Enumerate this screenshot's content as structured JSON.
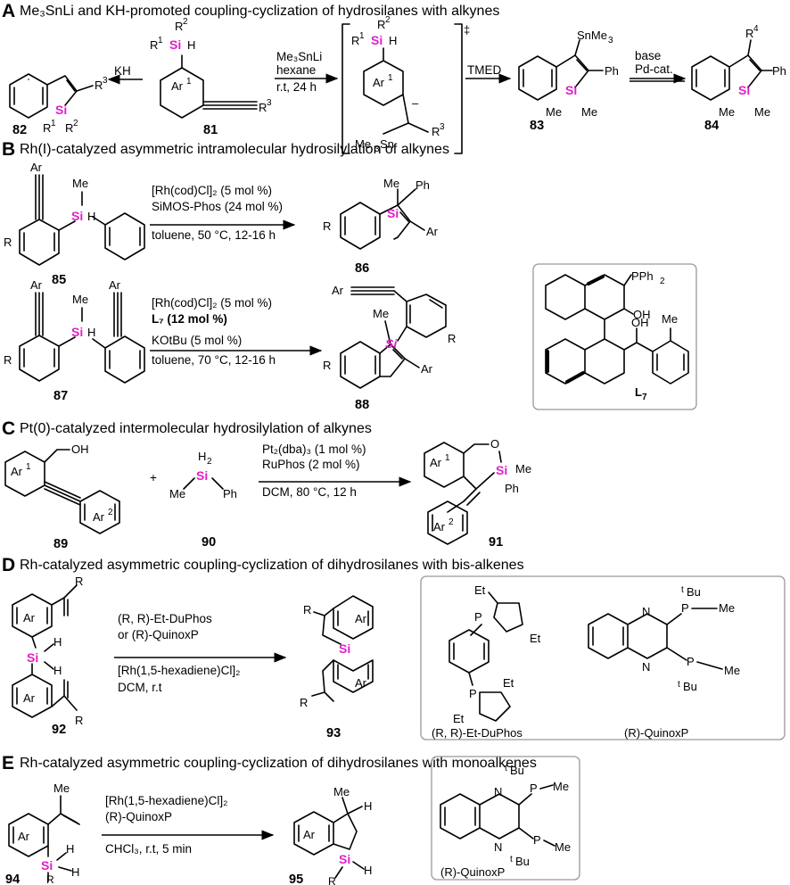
{
  "sections": {
    "A": {
      "letter": "A",
      "title": "Me₃SnLi and KH-promoted coupling-cyclization of hydrosilanes with alkynes"
    },
    "B": {
      "letter": "B",
      "title": "Rh(I)-catalyzed asymmetric intramolecular hydrosilylation of alkynes"
    },
    "C": {
      "letter": "C",
      "title": "Pt(0)-catalyzed intermolecular hydrosilylation of alkynes"
    },
    "D": {
      "letter": "D",
      "title": "Rh-catalyzed asymmetric coupling-cyclization of dihydrosilanes with bis-alkenes"
    },
    "E": {
      "letter": "E",
      "title": "Rh-catalyzed asymmetric coupling-cyclization of dihydrosilanes with monoalkenes"
    }
  },
  "labels": {
    "Si": "Si",
    "Ar": "Ar",
    "Ar1": "Ar",
    "sup1": "1",
    "Ar2": "Ar",
    "sup2": "2",
    "R": "R",
    "R1": "R",
    "R2": "R",
    "R3": "R",
    "R4": "R",
    "sup3": "3",
    "sup4": "4",
    "Me": "Me",
    "Ph": "Ph",
    "H": "H",
    "O": "O",
    "OH": "OH",
    "P": "P",
    "N": "N",
    "Et": "Et",
    "Bu": "Bu",
    "t": "t",
    "SnMe3": "SnMe",
    "Me3Sn": "Me",
    "Sn": "Sn",
    "sub3": "3",
    "PPh2": "PPh",
    "sub2": "2",
    "L7": "L",
    "sub7": "7",
    "dagger": "‡",
    "minus": "–",
    "EtDuPhos": "(R, R)-Et-DuPhos",
    "QuinoxP": "(R)-QuinoxP"
  },
  "compounds": {
    "c81": "81",
    "c82": "82",
    "c83": "83",
    "c84": "84",
    "c85": "85",
    "c86": "86",
    "c87": "87",
    "c88": "88",
    "c89": "89",
    "c90": "90",
    "c91": "91",
    "c92": "92",
    "c93": "93",
    "c94": "94",
    "c95": "95"
  },
  "conditions": {
    "A_kh": "KH",
    "A_main": [
      "Me₃SnLi",
      "hexane",
      "r.t, 24 h"
    ],
    "A_tmed": "TMED",
    "A_base": [
      "base",
      "Pd-cat."
    ],
    "B1": [
      "[Rh(cod)Cl]₂ (5 mol %)",
      "SiMOS-Phos (24 mol %)",
      "toluene, 50 °C, 12-16 h"
    ],
    "B2": [
      "[Rh(cod)Cl]₂ (5 mol %)",
      "L₇ (12 mol %)",
      "KOtBu (5 mol %)",
      "toluene, 70 °C, 12-16 h"
    ],
    "C": [
      "Pt₂(dba)₃ (1 mol %)",
      "RuPhos (2 mol %)",
      "DCM, 80 °C, 12 h"
    ],
    "C_plus": "+",
    "D": [
      "(R, R)-Et-DuPhos",
      "or (R)-QuinoxP",
      "[Rh(1,5-hexadiene)Cl]₂",
      "DCM, r.t"
    ],
    "E": [
      "[Rh(1,5-hexadiene)Cl]₂",
      "(R)-QuinoxP",
      "CHCl₃, r.t, 5 min"
    ]
  }
}
